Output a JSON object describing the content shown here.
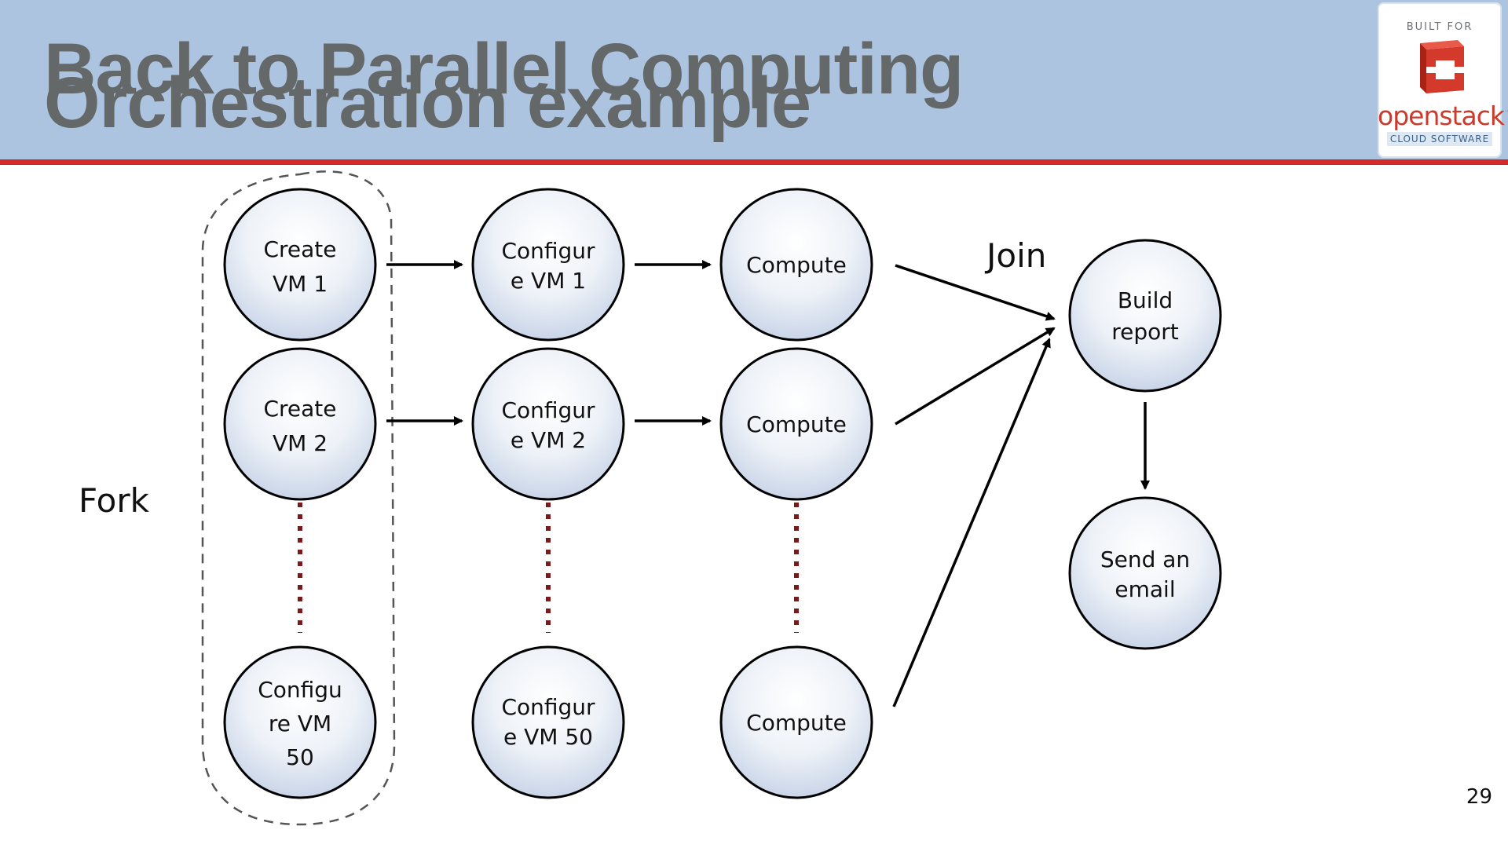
{
  "slide": {
    "title_line_1": "Back to Parallel Computing",
    "title_line_2": "Orchestration example",
    "page_number": "29"
  },
  "logo": {
    "top_text": "BUILT FOR",
    "brand": "openstack",
    "trademark": "™",
    "subtitle": "CLOUD SOFTWARE"
  },
  "labels": {
    "fork": "Fork",
    "join": "Join"
  },
  "nodes": {
    "create_vm1": [
      "Create",
      "VM 1"
    ],
    "create_vm2": [
      "Create",
      "VM 2"
    ],
    "configure_vm50_a": [
      "Configu",
      "re VM",
      "50"
    ],
    "configure_vm1": [
      "Configur",
      "e VM 1"
    ],
    "configure_vm2": [
      "Configur",
      "e VM 2"
    ],
    "configure_vm50_b": [
      "Configur",
      "e VM 50"
    ],
    "compute_1": [
      "Compute"
    ],
    "compute_2": [
      "Compute"
    ],
    "compute_50": [
      "Compute"
    ],
    "build_report": [
      "Build",
      "report"
    ],
    "send_email": [
      "Send an",
      "email"
    ]
  },
  "colors": {
    "header_bg": "#adc4e0",
    "header_rule": "#d42a2a",
    "title_text": "#646868",
    "dotted_connector": "#7a1a1a"
  }
}
